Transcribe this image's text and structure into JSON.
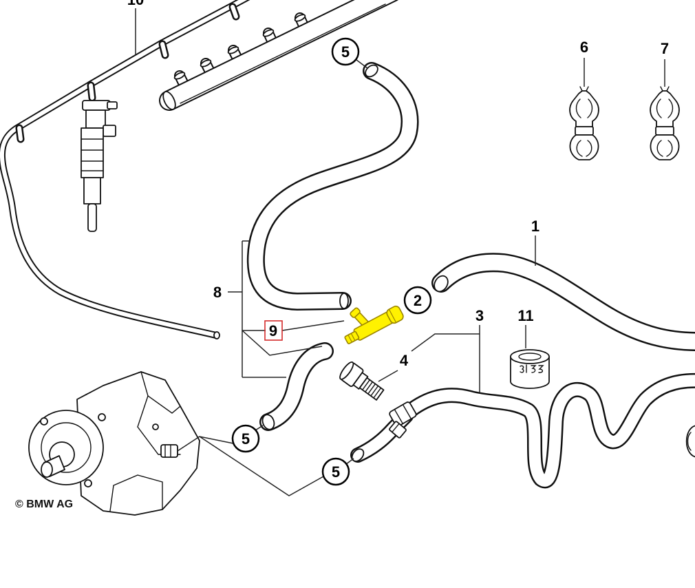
{
  "diagram": {
    "copyright": "© BMW AG",
    "line_color": "#111111",
    "highlight_color": "#fff200",
    "highlight_box_color": "#d42a2a",
    "callouts": {
      "c10": "10",
      "c5a": "5",
      "c6": "6",
      "c7": "7",
      "c1": "1",
      "c2": "2",
      "c8": "8",
      "c9": "9",
      "c3": "3",
      "c11": "11",
      "c4": "4",
      "c5b": "5",
      "c5c": "5"
    }
  }
}
